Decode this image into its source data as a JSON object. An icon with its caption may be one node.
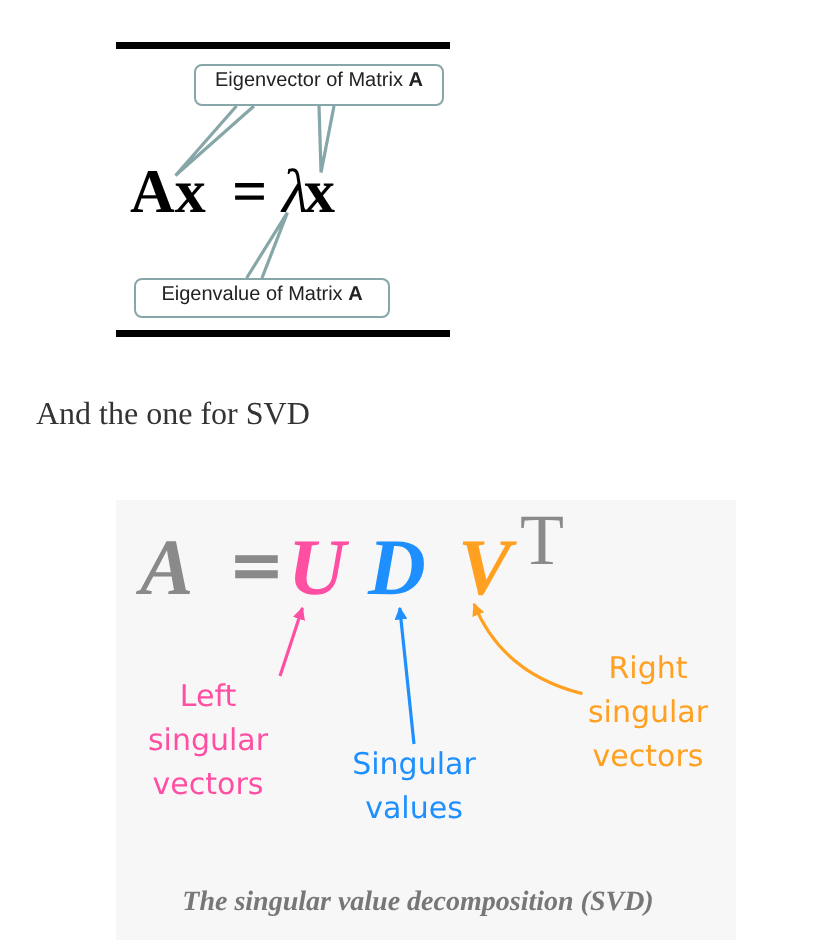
{
  "diagram": {
    "caption": "The singular value decomposition (SVD)",
    "nodes": [
      {
        "text": [
          "Eigenvector of Matrix **A**"
        ]
      },
      {
        "text": [
          "Ax"
        ]
      },
      {
        "text": [
          "λ"
        ]
      },
      {
        "text": [
          "x"
        ]
      },
      {
        "text": [
          "Eigenvalue of Matrix **A**"
        ]
      },
      {
        "text": [
          "U"
        ]
      },
      {
        "text": [
          "D"
        ]
      },
      {
        "text": [
          "V"
        ]
      },
      {
        "text": [
          "Left singular vectors"
        ]
      },
      {
        "text": [
          "Singular values"
        ]
      },
      {
        "text": [
          "Right singular vectors"
        ]
      }
    ],
    "edges": [
      {
        "from": 0,
        "to": 1,
        "arrow": "none"
      },
      {
        "from": 0,
        "to": 3,
        "arrow": "none"
      },
      {
        "from": 4,
        "to": 2,
        "arrow": "none"
      },
      {
        "from": 8,
        "to": 5,
        "arrow": "to",
        "color": "#ff4fa3"
      },
      {
        "from": 9,
        "to": 6,
        "arrow": "to",
        "color": "#1e8fff"
      },
      {
        "from": 10,
        "to": 7,
        "arrow": "to",
        "color": "#ffa020"
      }
    ],
    "labels": [
      "=",
      "And the one for SVD",
      "A",
      "=",
      "T"
    ]
  }
}
